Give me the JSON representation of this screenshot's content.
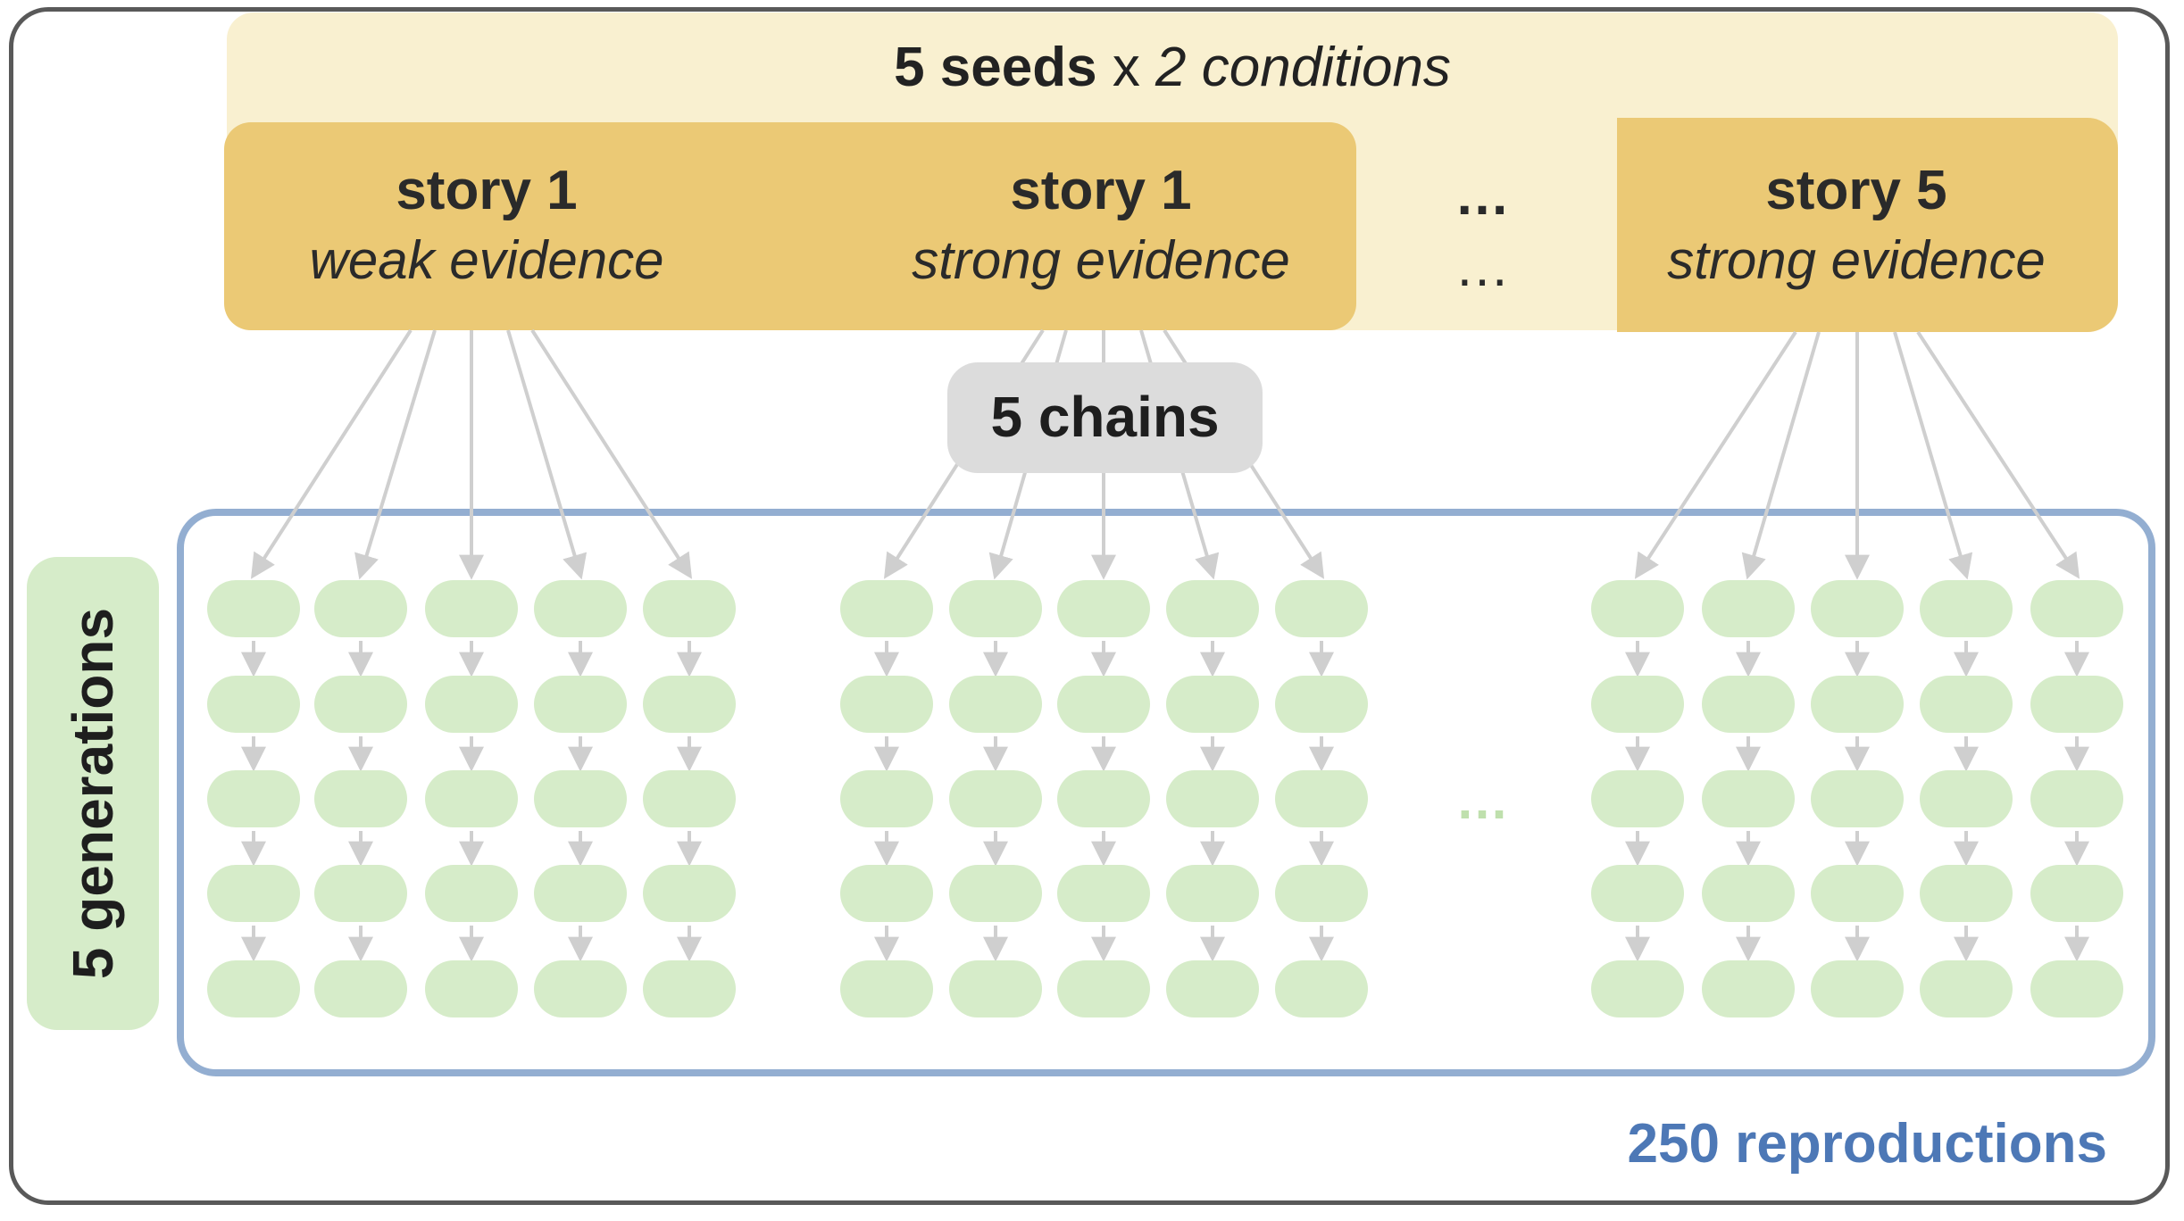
{
  "header": {
    "seeds_count": "5 seeds",
    "times": "x",
    "conditions": "2 conditions"
  },
  "stories": [
    {
      "title": "story 1",
      "condition": "weak evidence"
    },
    {
      "title": "story 1",
      "condition": "strong evidence"
    },
    {
      "title": "story 5",
      "condition": "strong evidence"
    }
  ],
  "ellipsis_bold": "…",
  "ellipsis_plain": "…",
  "ellipsis_generations": "…",
  "chains_label": "5 chains",
  "generations_label": "5 generations",
  "reproductions_label": "250 reproductions",
  "colors": {
    "seeds_band": "#f9f0d0",
    "story_box": "#ebc975",
    "chains_pill": "#dcdcdc",
    "node": "#d6ecc9",
    "arrow": "#cfcfcf",
    "container_border": "#93aed1",
    "reproductions_text": "#4d78b6"
  }
}
